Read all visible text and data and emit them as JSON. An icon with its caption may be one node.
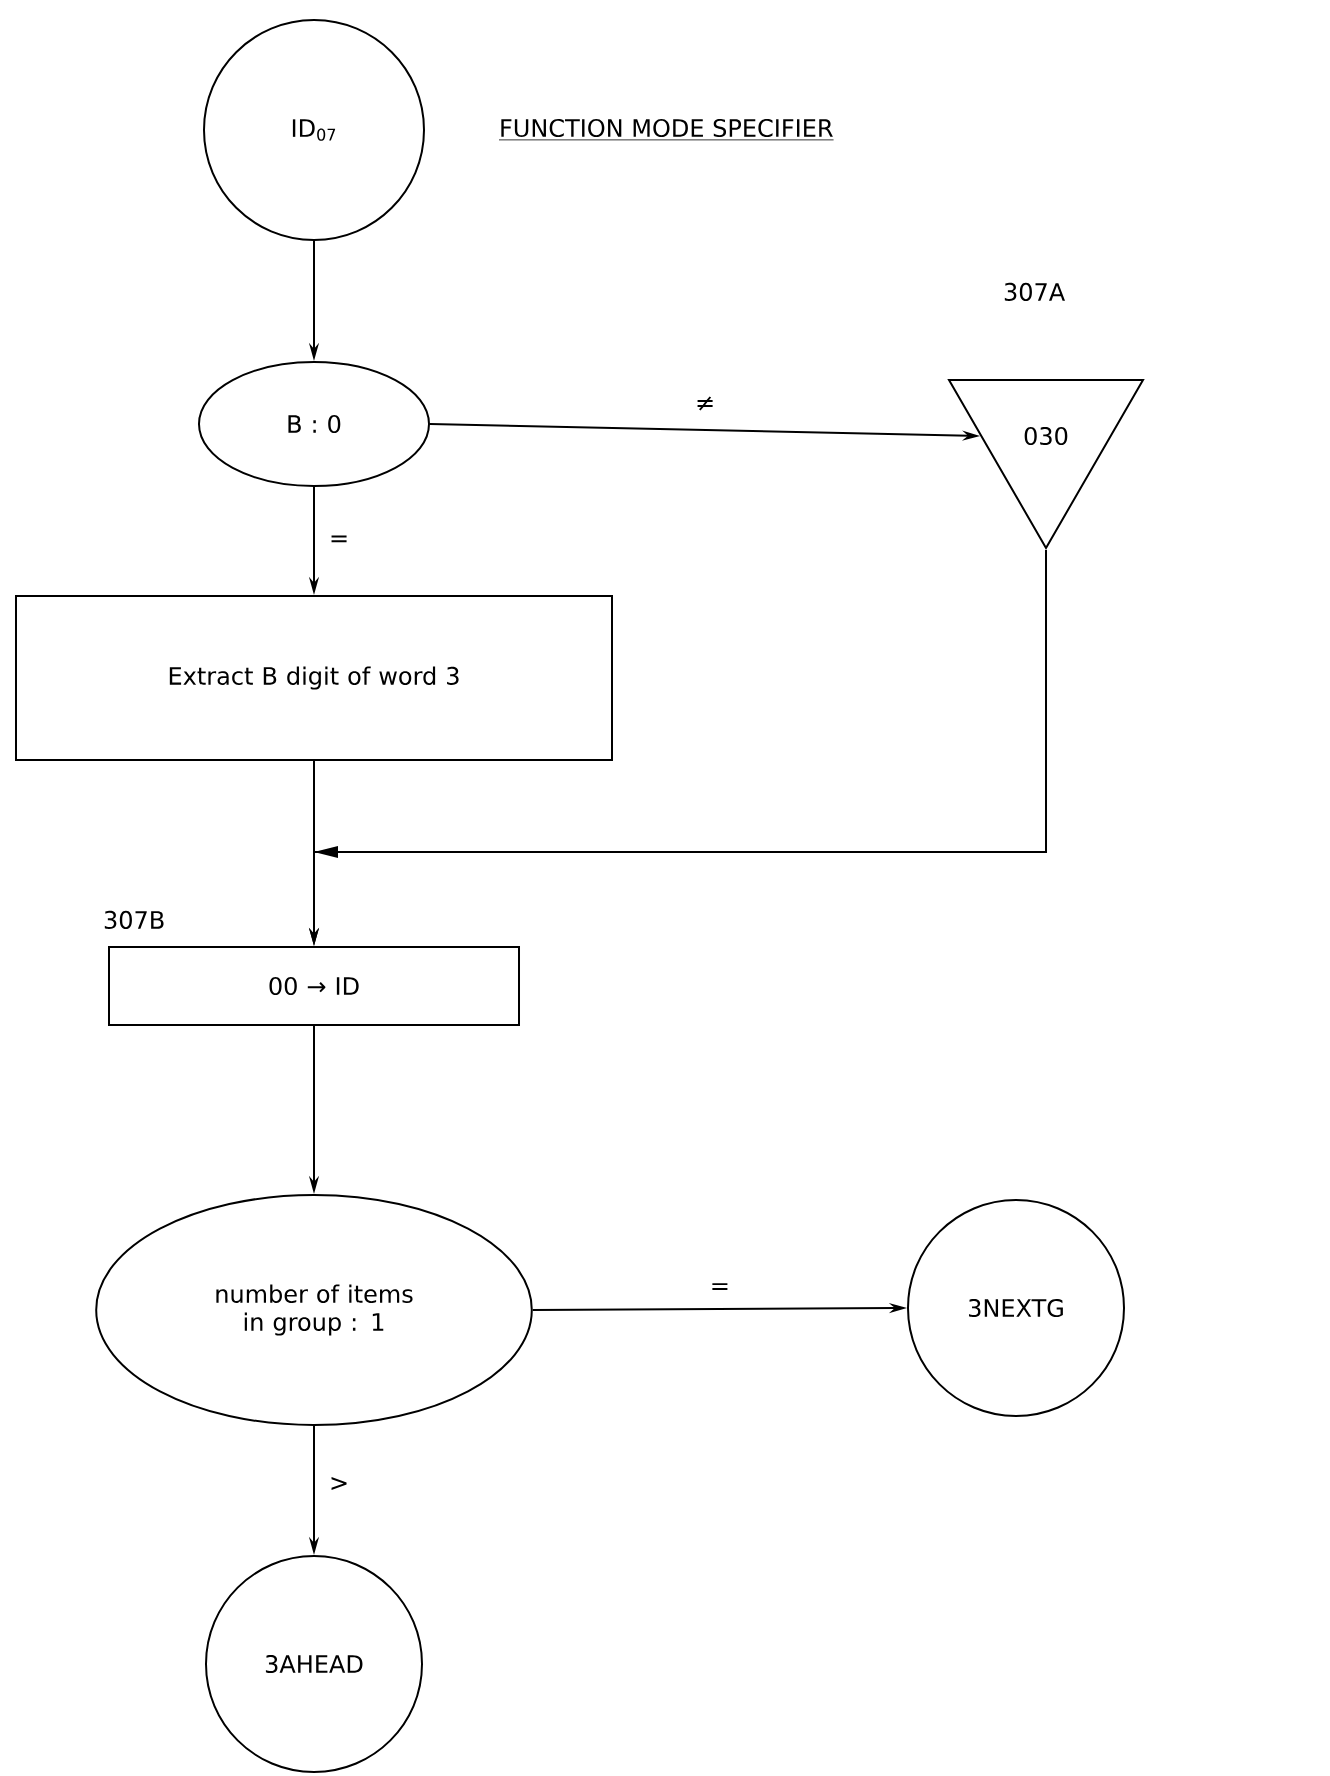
{
  "diagram": {
    "title": "FUNCTION MODE SPECIFIER",
    "nodes": [
      {
        "text": [
          "ID$_{07}$"
        ]
      },
      {
        "text": [
          "B : 0"
        ]
      },
      {
        "text": [
          "030"
        ],
        "beside": [
          "307A"
        ]
      },
      {
        "text": [
          "Extract B digit of word 3"
        ]
      },
      {
        "text": [
          "00 → ID"
        ],
        "beside": [
          "307B"
        ]
      },
      {
        "text": [
          "number of items in group : 1"
        ]
      },
      {
        "text": [
          "3NEXTG"
        ]
      },
      {
        "text": [
          "3AHEAD"
        ]
      }
    ],
    "edges": [
      {
        "from": 0,
        "to": 1,
        "arrow": "to"
      },
      {
        "from": 1,
        "to": 2,
        "arrow": "to",
        "label": "≠"
      },
      {
        "from": 1,
        "to": 3,
        "arrow": "to",
        "label": "="
      },
      {
        "from": 3,
        "to": 4,
        "arrow": "to"
      },
      {
        "from": 2,
        "to": 4,
        "arrow": "to"
      },
      {
        "from": 4,
        "to": 5,
        "arrow": "to"
      },
      {
        "from": 5,
        "to": 6,
        "arrow": "to",
        "label": "="
      },
      {
        "from": 5,
        "to": 7,
        "arrow": "to",
        "label": ">"
      }
    ]
  }
}
